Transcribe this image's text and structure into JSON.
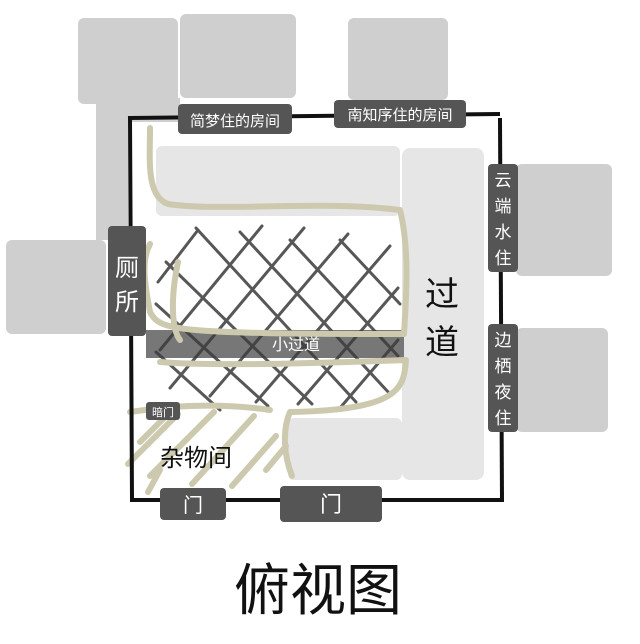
{
  "labels": {
    "room_dimeng": "简梦住的房间",
    "room_nanzhi": "南知序住的房间",
    "room_yunduan": [
      "云",
      "端",
      "水",
      "住"
    ],
    "room_bianqi": [
      "边",
      "栖",
      "夜",
      "住"
    ],
    "toilet": [
      "厕",
      "所"
    ],
    "corridor": [
      "过",
      "道"
    ],
    "small_corridor": "小过道",
    "secret_door": "暗门",
    "storage": "杂物间",
    "door_left": "门",
    "door_right": "门",
    "title": "俯视图"
  },
  "colors": {
    "wall": "#111111",
    "room_block": "#cfcfcf",
    "floor_block": "#e6e6e6",
    "label_tab": "#555555",
    "path_line": "#cdc9ae",
    "hatch": "#3a3a3a",
    "label_text_light": "#ffffff",
    "label_text_dark": "#111111"
  }
}
